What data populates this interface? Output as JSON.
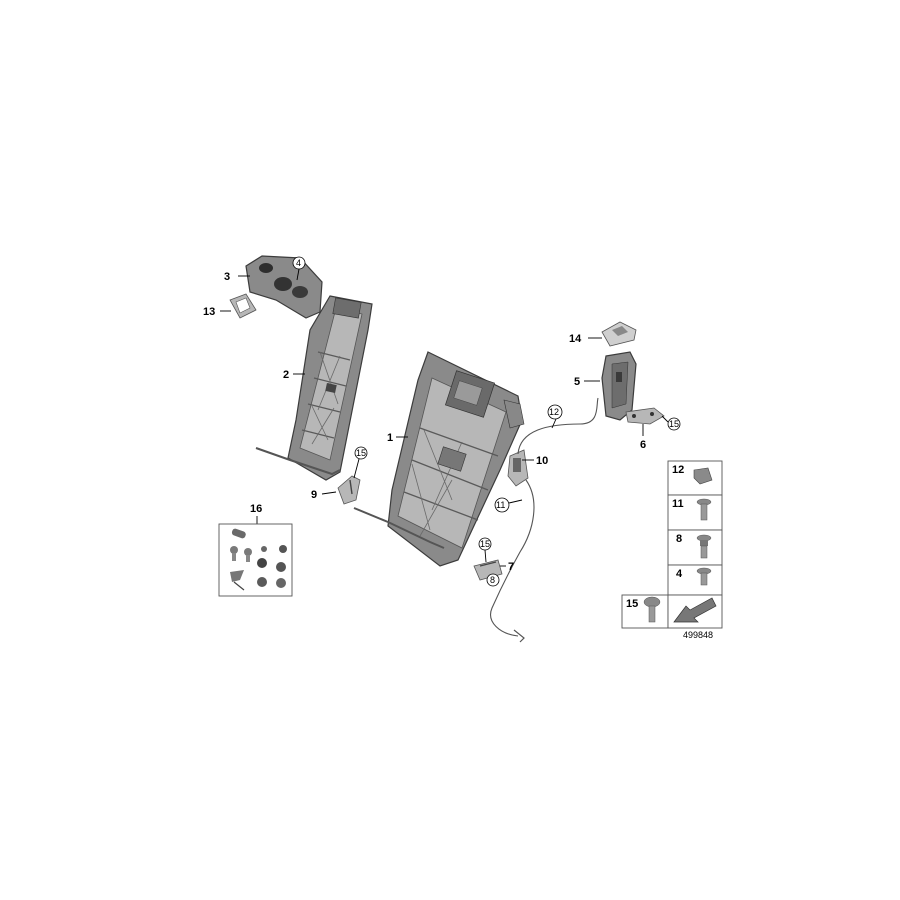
{
  "callouts": {
    "c1": "1",
    "c2": "2",
    "c3": "3",
    "c4": "4",
    "c5": "5",
    "c6": "6",
    "c7": "7",
    "c8": "8",
    "c9": "9",
    "c10": "10",
    "c11": "11",
    "c12": "12",
    "c13": "13",
    "c14": "14",
    "c15a": "15",
    "c15b": "15",
    "c15c": "15",
    "c16": "16"
  },
  "legend": {
    "rows": [
      "12",
      "11",
      "8",
      "4"
    ],
    "bottom_label": "15"
  },
  "diagram_number": "499848"
}
